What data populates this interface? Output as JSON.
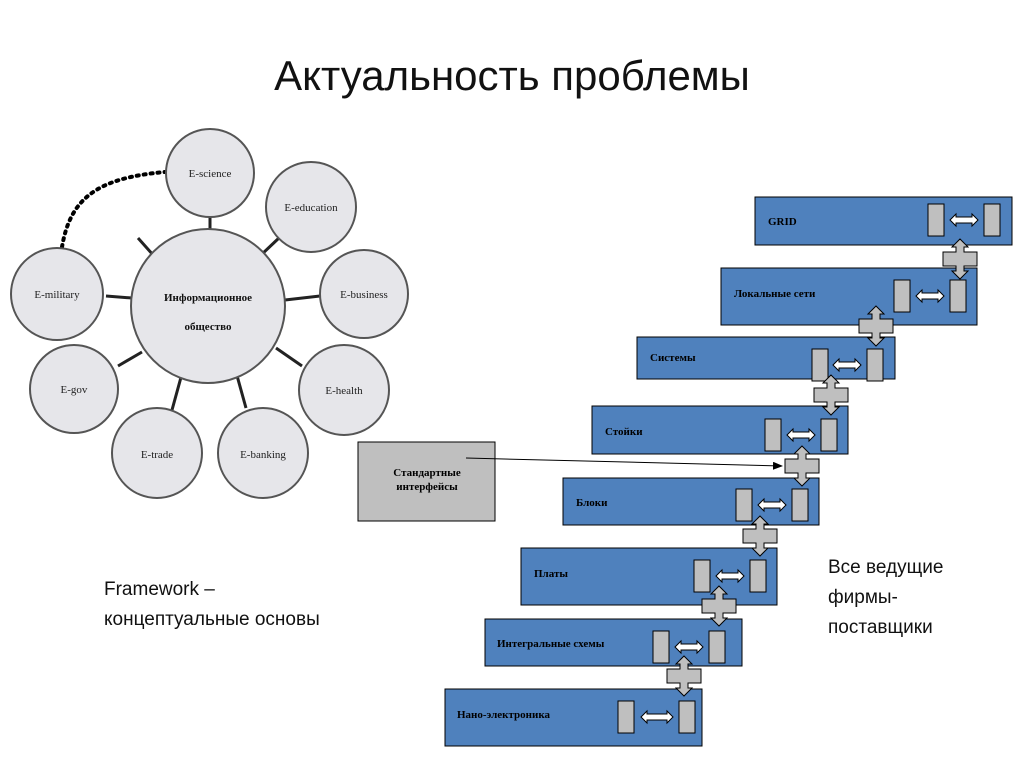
{
  "title": "Актуальность проблемы",
  "society": {
    "center_lines": [
      "Информационное",
      "общество"
    ],
    "satellites": [
      "E-science",
      "E-education",
      "E-business",
      "E-health",
      "E-banking",
      "E-trade",
      "E-gov",
      "E-military"
    ]
  },
  "stack": {
    "levels": [
      "GRID",
      "Локальные сети",
      "Системы",
      "Стойки",
      "Блоки",
      "Платы",
      "Интегральные схемы",
      "Нано-электроника"
    ],
    "callout_lines": [
      "Стандартные",
      "интерфейсы"
    ]
  },
  "captions": {
    "framework": [
      "Framework –",
      "концептуальные основы"
    ],
    "vendors": [
      "Все ведущие",
      "фирмы-",
      "поставщики"
    ]
  },
  "colors": {
    "level_fill": "#4f81bd",
    "connector_fill": "#bfbfbf",
    "callout_fill": "#bfbfbf",
    "circle_fill": "#e6e6ea"
  }
}
